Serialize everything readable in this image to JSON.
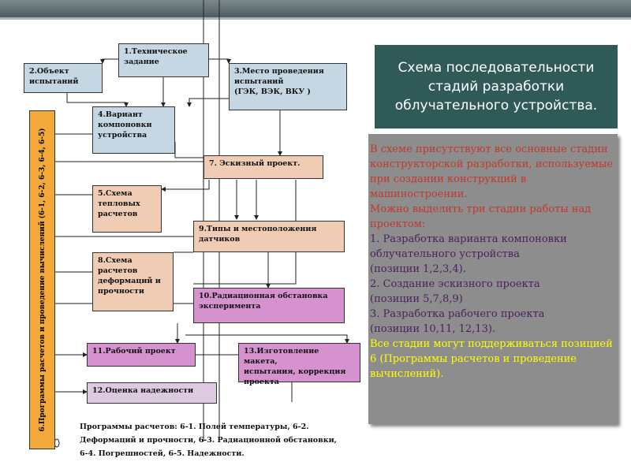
{
  "diagram": {
    "box1": "1.Техническое\n      задание",
    "box2": "2.Объект\nиспытаний",
    "box3": "3.Место проведения\nиспытаний\n(ГЭК, ВЭК, ВКУ )",
    "box4": "4.Вариант\nкомпоновки\nустройства",
    "box5": "5.Схема\nтепловых\nрасчетов",
    "box6": "6.Программы  расчетов и проведение вычислений (6-1, 6-2, 6-3, 6-4, 6-5)",
    "box7": "7. Эскизный проект.",
    "box8": "8.Схема\nрасчетов\nдеформаций и\nпрочности",
    "box9": "9.Типы и местоположения\nдатчиков",
    "box10": "10.Радиационная обстановка\nэксперимента",
    "box11": "11.Рабочий проект",
    "box12": "12.Оценка надежности",
    "box13": "13.Изготовление макета,\nиспытания, коррекция\nпроекта",
    "note": "Программы расчетов: 6-1. Полей температуры, 6-2.\nДеформаций и прочности, 6-3. Радиационной обстановки,\n6-4. Погрешностей, 6-5. Надежности."
  },
  "title": "Схема последовательности\nстадий разработки\nоблучательного устройства.",
  "description": {
    "p1": "     В схеме присутствуют все основные стадии конструкторской   разработки, используемые при создании конструкций в машиностроении.",
    "p2": "Можно выделить три стадии работы над проектом:",
    "s1a": "  1. Разработка варианта компоновки облучательного устройства",
    "s1b": "(позиции 1,2,3,4).",
    "s2a": "  2. Создание эскизного проекта",
    "s2b": "(позиции 5,7,8,9)",
    "s3a": "  3. Разработка рабочего проекта",
    "s3b": "(позиции 10,11, 12,13).",
    "p3": "Все стадии могут поддерживаться позицией 6  (Программы  расчетов и проведение вычислений)."
  },
  "colors": {
    "blue_box": "#c4d7e3",
    "peach_box": "#f0ccb5",
    "magenta_box": "#d691cf",
    "orange_box": "#f2a83a",
    "title_bg": "#2f5a57",
    "text_bg": "#8d8d8d",
    "red_text": "#c0392b",
    "purple_text": "#4a1f5e",
    "yellow_text": "#ffff00"
  }
}
